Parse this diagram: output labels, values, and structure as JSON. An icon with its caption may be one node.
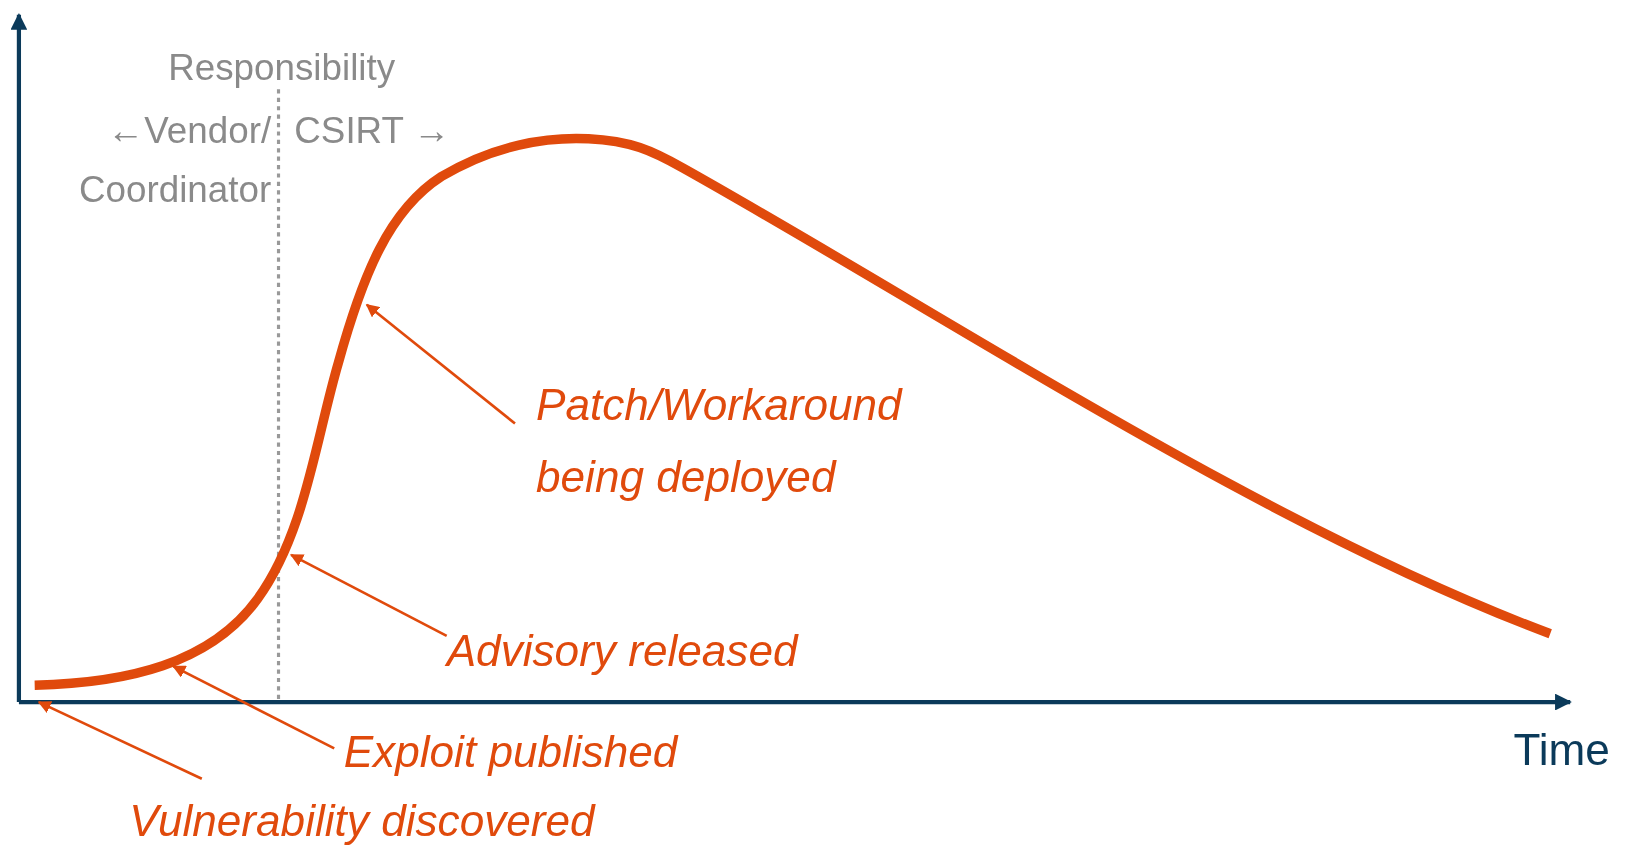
{
  "diagram": {
    "nodes": [
      {
        "text": [
          "Patch/Workaround being deployed"
        ]
      },
      {
        "text": [
          "Advisory released"
        ]
      },
      {
        "text": [
          "Exploit published"
        ]
      },
      {
        "text": [
          "Vulnerability discovered"
        ]
      }
    ],
    "edges": [
      {
        "from": 0,
        "to": null,
        "arrow": "to"
      },
      {
        "from": 1,
        "to": null,
        "arrow": "to"
      },
      {
        "from": 2,
        "to": null,
        "arrow": "to"
      },
      {
        "from": 3,
        "to": null,
        "arrow": "to"
      }
    ],
    "labels": [
      "Responsibility",
      "←Vendor/ Coordinator",
      "CSIRT →",
      "Time"
    ]
  }
}
